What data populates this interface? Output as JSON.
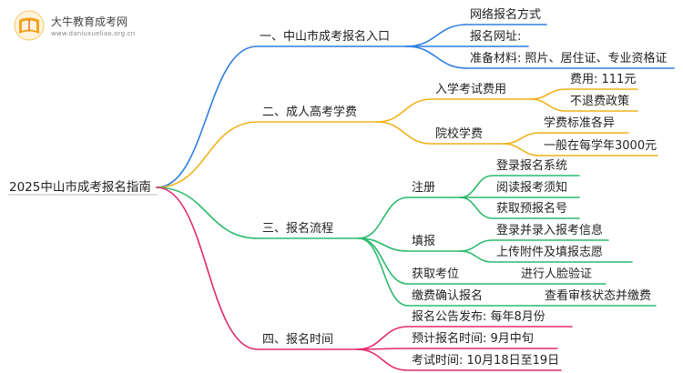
{
  "logo": {
    "brand": "大牛教育成考网",
    "url": "www.daniuxueliao.org.cn",
    "icon": "book-icon",
    "colors": {
      "accent": "#f5a21b",
      "book": "#e8731a"
    }
  },
  "root": "2025中山市成考报名指南",
  "colors": {
    "blue": "#2f7fe0",
    "yellow": "#f0b21c",
    "pink": "#e22a6c",
    "green": "#2bba6e"
  },
  "branches": [
    {
      "label": "一、中山市成考报名入口",
      "color": "blue",
      "children": [
        {
          "label": "网络报名方式"
        },
        {
          "label": "报名网址:"
        },
        {
          "label": "准备材料: 照片、居住证、专业资格证"
        }
      ]
    },
    {
      "label": "二、成人高考学费",
      "color": "yellow",
      "children": [
        {
          "label": "入学考试费用",
          "children": [
            {
              "label": "费用: 111元"
            },
            {
              "label": "不退费政策"
            }
          ]
        },
        {
          "label": "院校学费",
          "children": [
            {
              "label": "学费标准各异"
            },
            {
              "label": "一般在每学年3000元"
            }
          ]
        }
      ]
    },
    {
      "label": "三、报名流程",
      "color": "green",
      "children": [
        {
          "label": "注册",
          "children": [
            {
              "label": "登录报名系统"
            },
            {
              "label": "阅读报考须知"
            },
            {
              "label": "获取预报名号"
            }
          ]
        },
        {
          "label": "填报",
          "children": [
            {
              "label": "登录并录入报考信息"
            },
            {
              "label": "上传附件及填报志愿"
            }
          ]
        },
        {
          "label": "获取考位",
          "children": [
            {
              "label": "进行人脸验证"
            }
          ]
        },
        {
          "label": "缴费确认报名",
          "children": [
            {
              "label": "查看审核状态并缴费"
            }
          ]
        }
      ]
    },
    {
      "label": "四、报名时间",
      "color": "pink",
      "children": [
        {
          "label": "报名公告发布: 每年8月份"
        },
        {
          "label": "预计报名时间: 9月中旬"
        },
        {
          "label": "考试时间: 10月18日至19日"
        }
      ]
    }
  ]
}
